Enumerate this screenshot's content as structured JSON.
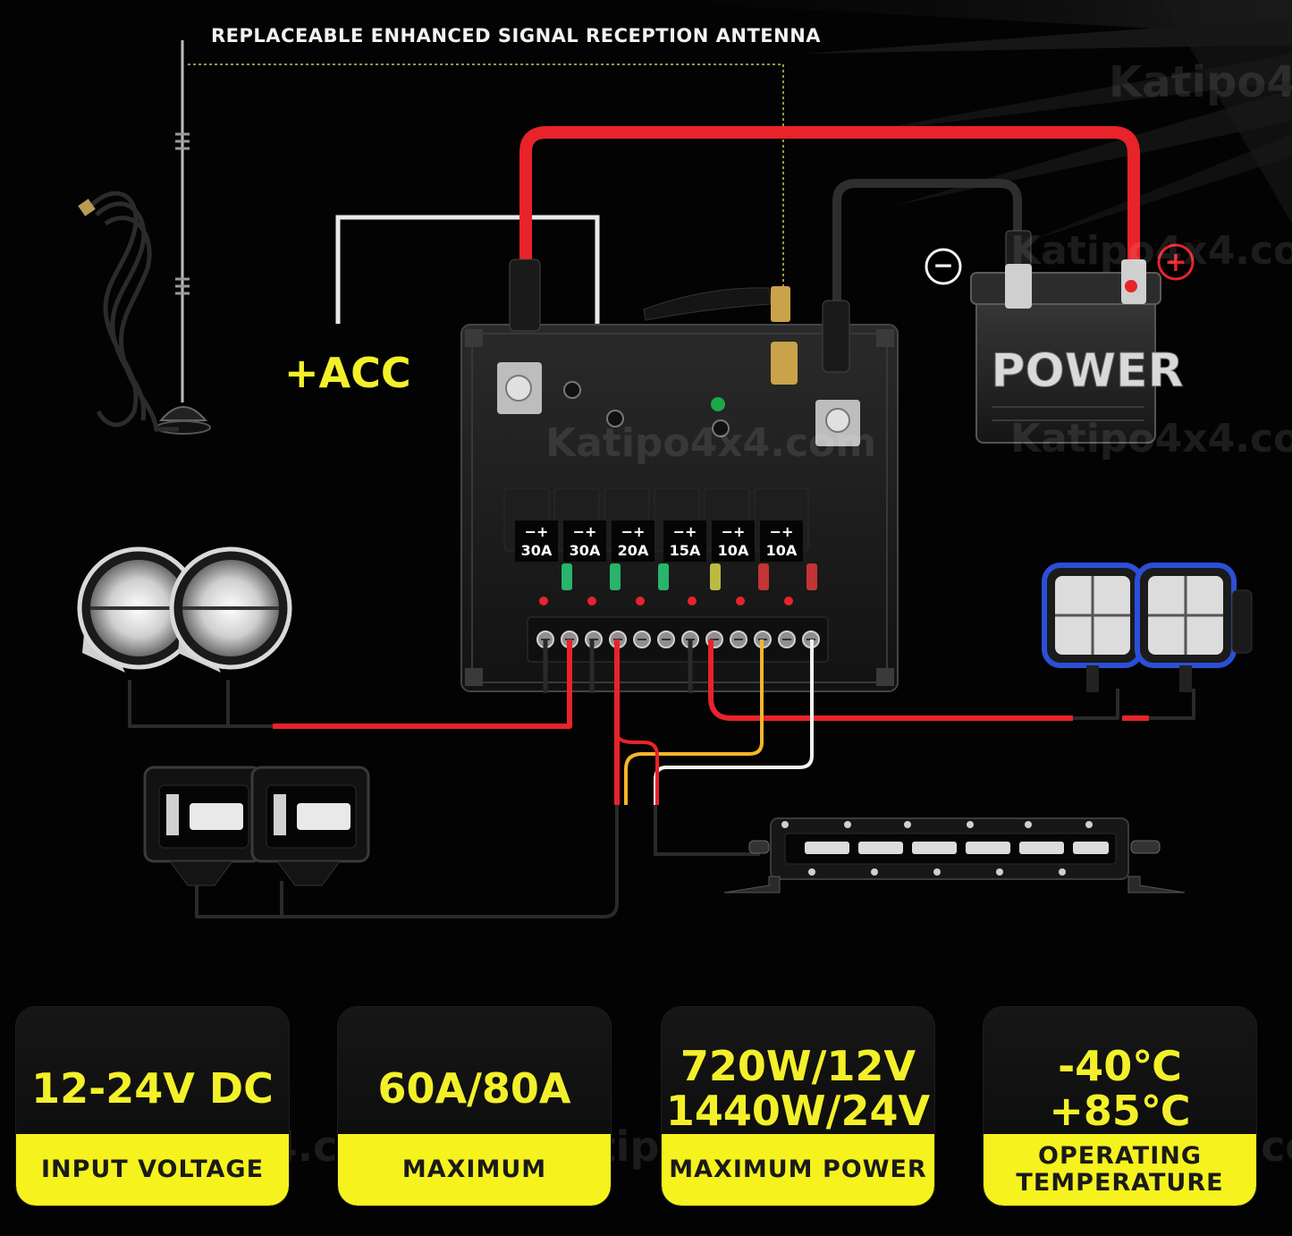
{
  "antenna_label": "REPLACEABLE ENHANCED SIGNAL RECEPTION ANTENNA",
  "acc_label": "+ACC",
  "battery": {
    "brand": "POWER",
    "negative_symbol": "−",
    "positive_symbol": "+"
  },
  "fuses": [
    {
      "polarity": "−+",
      "rating": "30A",
      "color": "#2bd07a"
    },
    {
      "polarity": "−+",
      "rating": "30A",
      "color": "#2bd07a"
    },
    {
      "polarity": "−+",
      "rating": "20A",
      "color": "#2bd07a"
    },
    {
      "polarity": "−+",
      "rating": "15A",
      "color": "#d8d84a"
    },
    {
      "polarity": "−+",
      "rating": "10A",
      "color": "#e23a3a"
    },
    {
      "polarity": "−+",
      "rating": "10A",
      "color": "#e23a3a"
    }
  ],
  "specs": [
    {
      "value_lines": [
        "12-24V DC"
      ],
      "caption_lines": [
        "INPUT VOLTAGE"
      ]
    },
    {
      "value_lines": [
        "60A/80A"
      ],
      "caption_lines": [
        "MAXIMUM"
      ]
    },
    {
      "value_lines": [
        "720W/12V",
        "1440W/24V"
      ],
      "caption_lines": [
        "MAXIMUM POWER"
      ]
    },
    {
      "value_lines": [
        "-40℃",
        "+85℃"
      ],
      "caption_lines": [
        "OPERATING",
        "TEMPERATURE"
      ]
    }
  ],
  "watermark": "Katipo4x4.com",
  "colors": {
    "accent_yellow": "#f5f21e",
    "wire_red": "#e8232a",
    "wire_black": "#2a2a2a",
    "wire_white": "#f2f2f2",
    "wire_yellow": "#f5b52a",
    "led_blue": "#2b4fd8"
  }
}
